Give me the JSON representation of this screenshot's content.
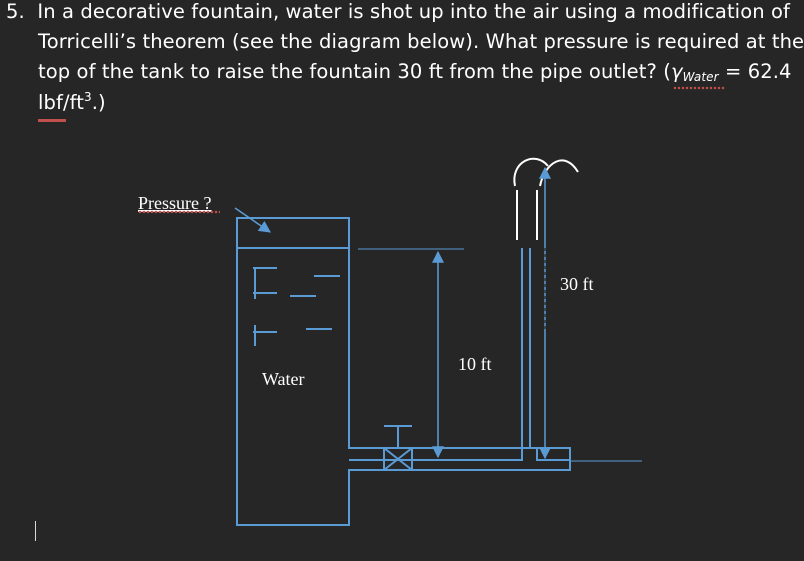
{
  "question": {
    "number": "5.",
    "line1": "In a decorative fountain, water is shot up into the air using a modification of",
    "line2": "Torricelli’s theorem (see the diagram below). What pressure is required at the",
    "line3_pre": "top of the tank to raise the fountain 30 ft from the pipe outlet? (",
    "gamma": "γ",
    "subscript": "Water",
    "line3_post": " = 62.4",
    "line4_pre": "lbf/ft",
    "superscript": "3",
    "line4_post": ".)"
  },
  "diagram": {
    "pressure_label": "Pressure ?",
    "water_label": "Water",
    "height_label": "10 ft",
    "fountain_label": "30 ft"
  },
  "colors": {
    "background": "#262626",
    "text": "#ffffff",
    "diagram_line": "#5b9bd5",
    "spellcheck": "#c0504d"
  }
}
